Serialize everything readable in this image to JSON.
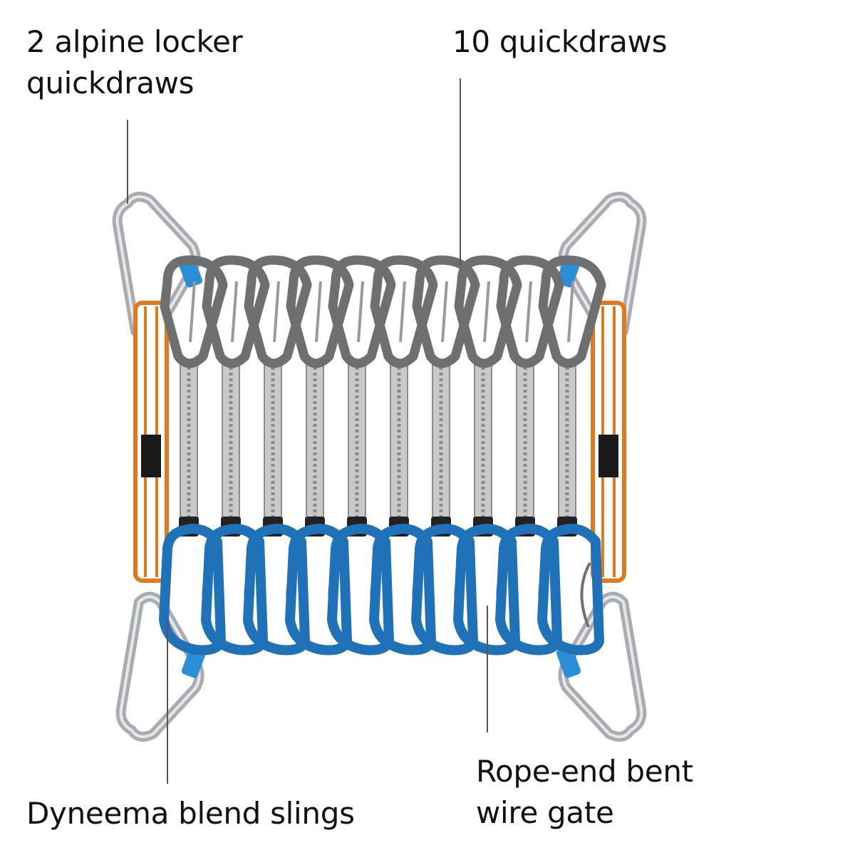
{
  "labels": {
    "lockers": [
      "2 alpine locker",
      "quickdraws"
    ],
    "quickdraws": "10 quickdraws",
    "slings": "Dyneema blend slings",
    "gate": [
      "Rope-end bent",
      "wire gate"
    ]
  },
  "product": {
    "quickdraw_count": 10,
    "locker_count": 2
  },
  "colors": {
    "top_carabiner": "#6e6f71",
    "bottom_carabiner": "#1f72b8",
    "sling": "#c9c9c9",
    "locker_sling": "#e07a1f",
    "locker": "#a9acb0",
    "locker_sleeve": "#2a8fd6"
  }
}
